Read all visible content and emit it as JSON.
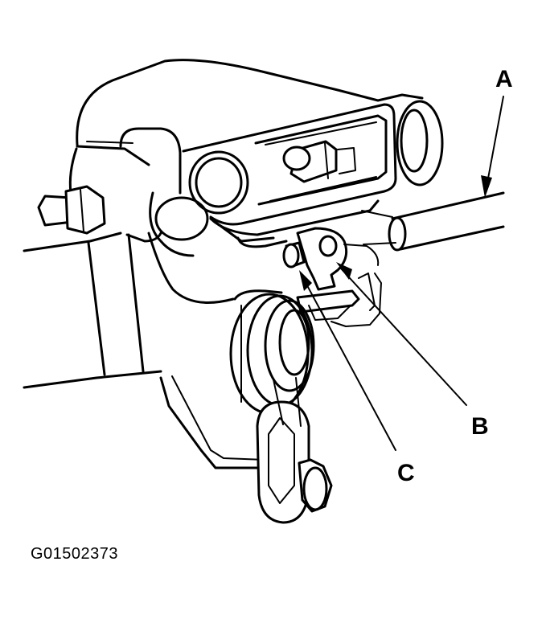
{
  "callouts": {
    "a": "A",
    "b": "B",
    "c": "C"
  },
  "figure_id": "G01502373",
  "colors": {
    "line": "#000000",
    "background": "#ffffff"
  }
}
